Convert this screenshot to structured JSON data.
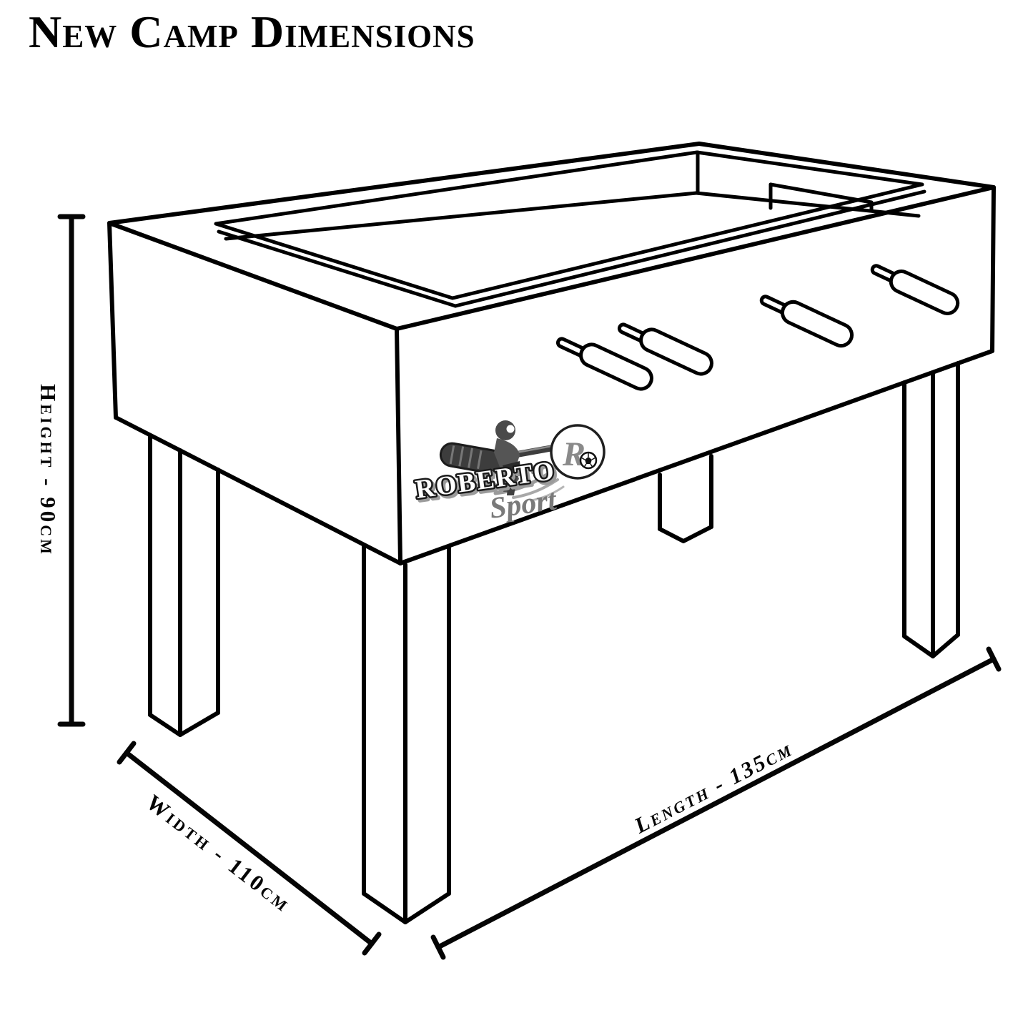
{
  "title": "New Camp Dimensions",
  "dimensions": {
    "height": "Height - 90cm",
    "width": "Width - 110cm",
    "length": "Length - 135cm"
  },
  "logo": {
    "brand": "ROBERTO",
    "tagline": "Sport",
    "monogram": "R"
  },
  "colors": {
    "line": "#000000",
    "background": "#ffffff",
    "logo_gray": "#7a7a7a"
  }
}
